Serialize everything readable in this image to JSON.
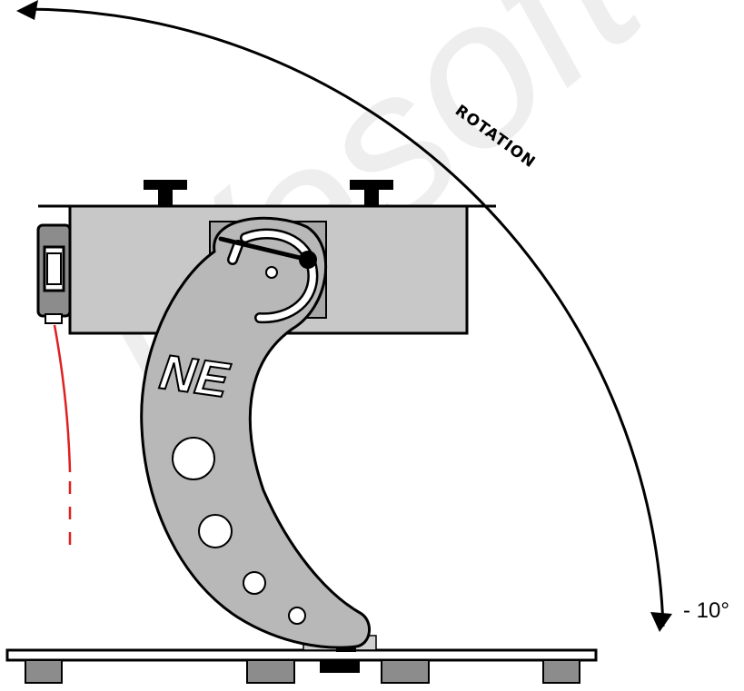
{
  "diagram": {
    "rotation_label": "ROTATION",
    "angle_label": "- 10°",
    "logo_text": "NE",
    "watermark_text": "iVesoft"
  },
  "colors": {
    "body_fill": "#c8c8c8",
    "arm_fill": "#b8b8b8",
    "outline": "#000000",
    "laser": "#e02020",
    "watermark": "#ececec"
  }
}
